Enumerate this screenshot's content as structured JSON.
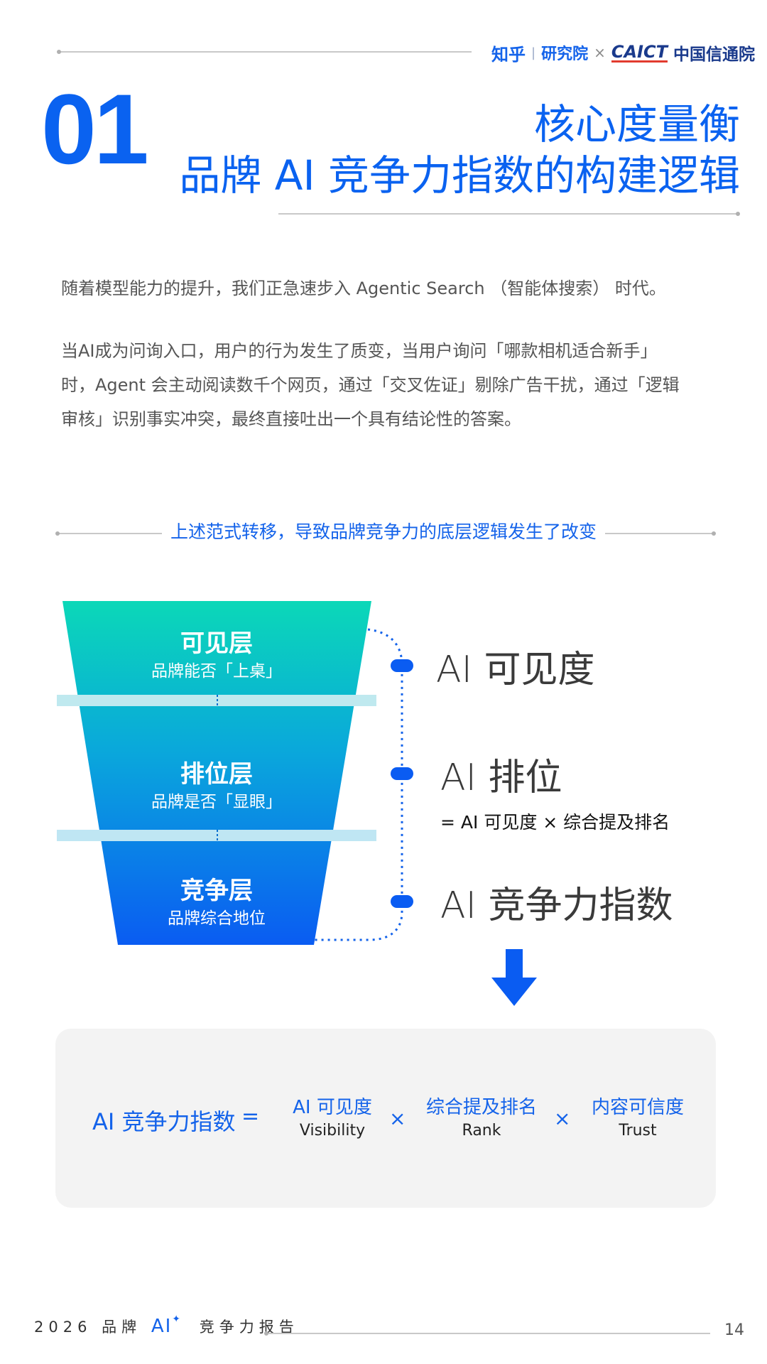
{
  "header": {
    "logo_zhihu": "知乎",
    "logo_sep": "|",
    "logo_institute": "研究院",
    "logo_times": "×",
    "logo_caict": "CAICT",
    "logo_caict_cn": "中国信通院"
  },
  "chapter": {
    "number": "01",
    "title_line1": "核心度量衡",
    "title_line2": "品牌 AI 竞争力指数的构建逻辑"
  },
  "intro": {
    "paragraph1": "随着模型能力的提升，我们正急速步入 Agentic Search （智能体搜索） 时代。",
    "paragraph2_line1": "当AI成为问询入口，用户的行为发生了质变，当用户询问「哪款相机适合新手」",
    "paragraph2_line2": "时，Agent 会主动阅读数千个网页，通过「交叉佐证」剔除广告干扰，通过「逻辑",
    "paragraph2_line3": "审核」识别事实冲突，最终直接吐出一个具有结论性的答案。"
  },
  "shift_caption": "上述范式转移，导致品牌竞争力的底层逻辑发生了改变",
  "funnel": {
    "layers": [
      {
        "name": "可见层",
        "desc": "品牌能否「上桌」"
      },
      {
        "name": "排位层",
        "desc": "品牌是否「显眼」"
      },
      {
        "name": "竞争层",
        "desc": "品牌综合地位"
      }
    ],
    "metrics": {
      "visibility": "AI 可见度",
      "rank": "AI 排位",
      "rank_formula": "= AI 可见度 × 综合提及排名",
      "index": "AI 竞争力指数"
    }
  },
  "formula": {
    "lhs": "AI 竞争力指数",
    "equals": "=",
    "times": "×",
    "terms": [
      {
        "cn": "AI 可见度",
        "en": "Visibility"
      },
      {
        "cn": "综合提及排名",
        "en": "Rank"
      },
      {
        "cn": "内容可信度",
        "en": "Trust"
      }
    ]
  },
  "footer": {
    "label_prefix": "2026 品牌",
    "label_ai": "AI",
    "label_suffix": "竞争力报告",
    "page_number": "14"
  },
  "colors": {
    "accent": "#0a62f0",
    "funnel_top": "#0bd8b8",
    "funnel_bottom": "#0a5cf2"
  }
}
